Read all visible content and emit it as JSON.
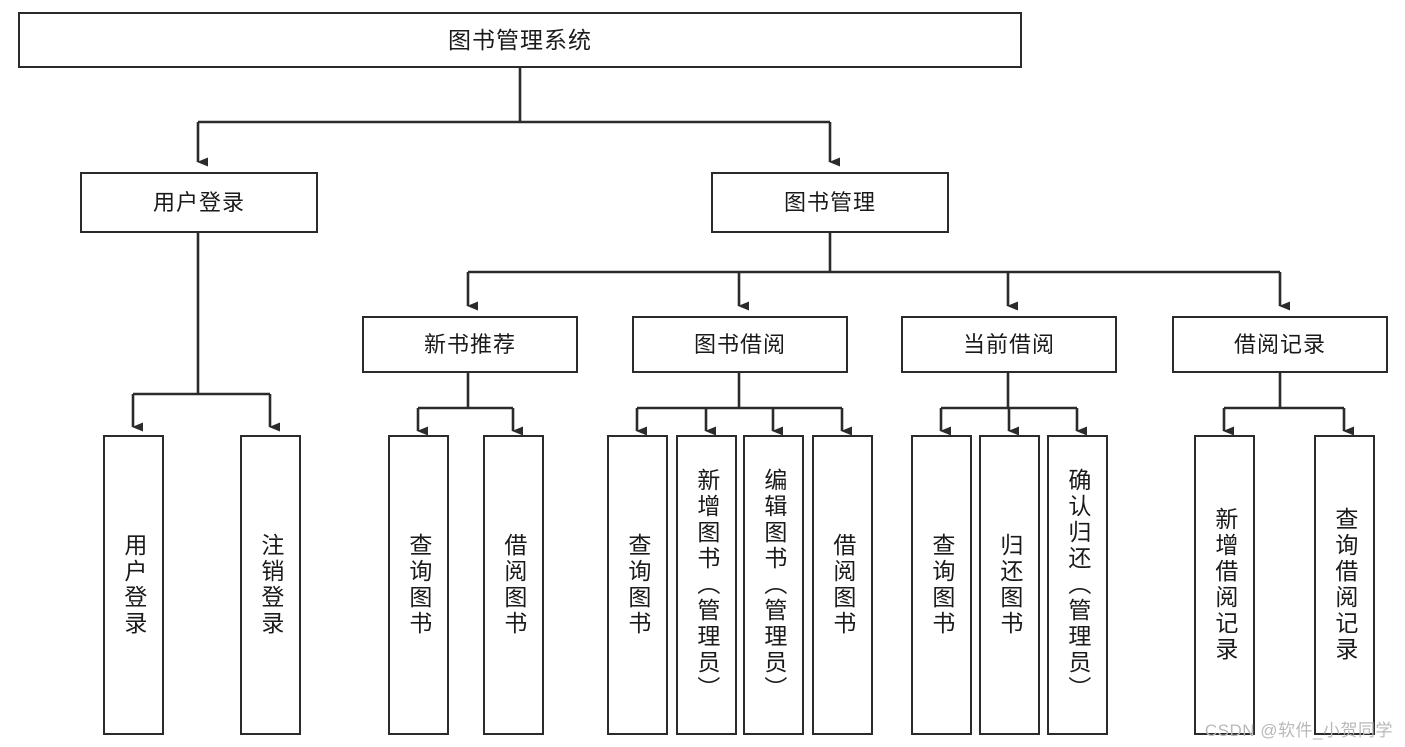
{
  "diagram": {
    "type": "tree-hierarchy",
    "title": "图书管理系统",
    "watermark": "CSDN @软件_小贺同学",
    "colors": {
      "stroke": "#2b2b2b",
      "fill": "#ffffff",
      "text": "#1a1a1a",
      "watermark": "#b9b9b9"
    },
    "nodes": {
      "root": {
        "label": "图书管理系统"
      },
      "level1": [
        {
          "id": "user-login",
          "label": "用户登录"
        },
        {
          "id": "book-manage",
          "label": "图书管理"
        }
      ],
      "level2": [
        {
          "id": "new-book-recommend",
          "label": "新书推荐",
          "parent": "book-manage"
        },
        {
          "id": "book-borrow",
          "label": "图书借阅",
          "parent": "book-manage"
        },
        {
          "id": "current-borrow",
          "label": "当前借阅",
          "parent": "book-manage"
        },
        {
          "id": "borrow-record",
          "label": "借阅记录",
          "parent": "book-manage"
        }
      ],
      "leaves": [
        {
          "id": "leaf-user-login",
          "label": "用户登录",
          "parent": "user-login"
        },
        {
          "id": "leaf-logout-login",
          "label": "注销登录",
          "parent": "user-login"
        },
        {
          "id": "leaf-query-book-1",
          "label": "查询图书",
          "parent": "new-book-recommend"
        },
        {
          "id": "leaf-borrow-book-1",
          "label": "借阅图书",
          "parent": "new-book-recommend"
        },
        {
          "id": "leaf-query-book-2",
          "label": "查询图书",
          "parent": "book-borrow"
        },
        {
          "id": "leaf-add-book",
          "label": "新增图书（管理员）",
          "parent": "book-borrow"
        },
        {
          "id": "leaf-edit-book",
          "label": "编辑图书（管理员）",
          "parent": "book-borrow"
        },
        {
          "id": "leaf-borrow-book-2",
          "label": "借阅图书",
          "parent": "book-borrow"
        },
        {
          "id": "leaf-query-book-3",
          "label": "查询图书",
          "parent": "current-borrow"
        },
        {
          "id": "leaf-return-book",
          "label": "归还图书",
          "parent": "current-borrow"
        },
        {
          "id": "leaf-confirm-return",
          "label": "确认归还（管理员）",
          "parent": "current-borrow"
        },
        {
          "id": "leaf-add-record",
          "label": "新增借阅记录",
          "parent": "borrow-record"
        },
        {
          "id": "leaf-query-record",
          "label": "查询借阅记录",
          "parent": "borrow-record"
        }
      ]
    }
  }
}
